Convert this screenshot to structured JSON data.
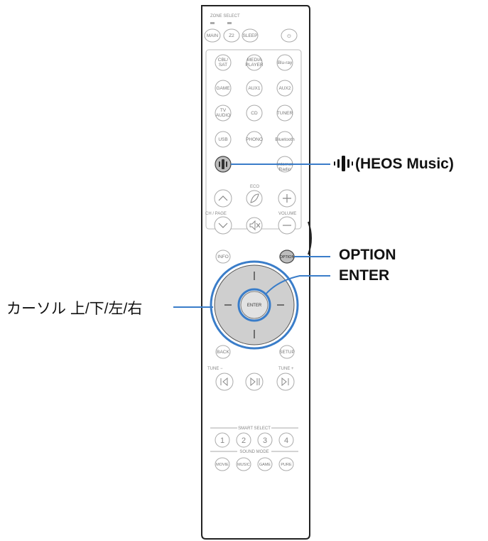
{
  "remote": {
    "zone_select_label": "ZONE SELECT",
    "top_row": [
      "MAIN",
      "Z2",
      "SLEEP",
      "⏻"
    ],
    "source_rows": [
      [
        "CBL/\nSAT",
        "MEDIA\nPLAYER",
        "Blu-ray"
      ],
      [
        "GAME",
        "AUX1",
        "AUX2"
      ],
      [
        "TV\nAUDIO",
        "CD",
        "TUNER"
      ],
      [
        "USB",
        "PHONO",
        "Bluetooth"
      ]
    ],
    "heos_row_right": "Internet\nRadio",
    "eco_label": "ECO",
    "ch_page_label": "CH / PAGE",
    "volume_label": "VOLUME",
    "info_label": "INFO",
    "option_label": "OPTION",
    "enter_label": "ENTER",
    "back_label": "BACK",
    "setup_label": "SETUP",
    "tune_minus_label": "TUNE −",
    "tune_plus_label": "TUNE +",
    "smart_select_label": "SMART SELECT",
    "smart_buttons": [
      "1",
      "2",
      "3",
      "4"
    ],
    "sound_mode_label": "SOUND MODE",
    "sound_mode_buttons": [
      "MOVIE",
      "MUSIC",
      "GAME",
      "PURE"
    ]
  },
  "callouts": {
    "heos": "(HEOS Music)",
    "option": "OPTION",
    "enter": "ENTER",
    "cursor": "カーソル 上/下/左/右"
  },
  "colors": {
    "accent_blue": "#3a7dc9",
    "remote_outline": "#222222",
    "button_outline": "#aaaaaa",
    "dpad_fill": "#cfcfcf"
  },
  "icons": {
    "heos": "heos-icon"
  }
}
